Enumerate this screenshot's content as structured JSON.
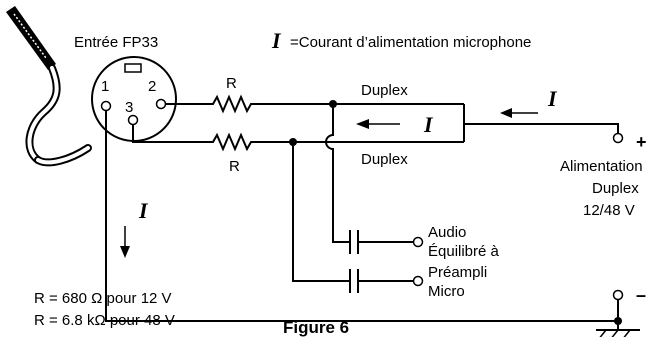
{
  "title_symbol": "I",
  "title_text": "=Courant d’alimentation microphone",
  "input_label": "Entrée FP33",
  "pins": {
    "p1": "1",
    "p2": "2",
    "p3": "3"
  },
  "resistor_top": "R",
  "resistor_bottom": "R",
  "duplex_top": "Duplex",
  "duplex_mid": "Duplex",
  "current_symbol": "I",
  "output_lines": [
    "Audio",
    "Équilibré à",
    "Préampli",
    "Micro"
  ],
  "supply_lines": [
    "Alimentation",
    "Duplex",
    "12/48 V"
  ],
  "plus_sign": "+",
  "minus_sign": "–",
  "notes": [
    "R = 680 Ω pour 12 V",
    "R = 6.8 kΩ pour 48 V"
  ],
  "figure_label": "Figure 6"
}
